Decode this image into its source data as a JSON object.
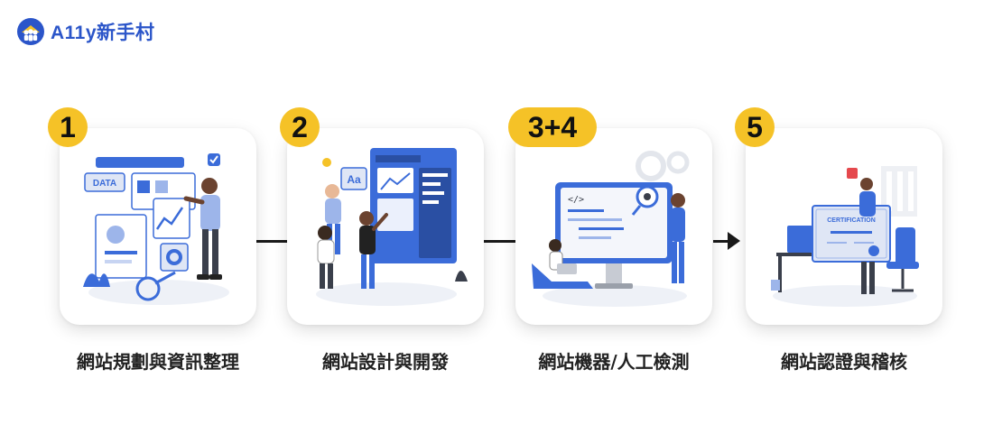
{
  "brand": {
    "name": "A11y新手村"
  },
  "colors": {
    "brand_blue": "#2b55c9",
    "badge_yellow": "#f5c227",
    "illustration_blue": "#3b6cd9"
  },
  "steps": [
    {
      "number": "1",
      "label": "網站規劃與資訊整理",
      "illustration": "data-planning-illustration"
    },
    {
      "number": "2",
      "label": "網站設計與開發",
      "illustration": "design-development-illustration"
    },
    {
      "number": "3+4",
      "label": "網站機器/人工檢測",
      "illustration": "code-testing-illustration"
    },
    {
      "number": "5",
      "label": "網站認證與稽核",
      "illustration": "certification-illustration"
    }
  ],
  "illustration_texts": {
    "data_tag": "DATA",
    "aa_tag": "Aa",
    "code_tag": "</>",
    "cert_title": "CERTIFICATION"
  }
}
